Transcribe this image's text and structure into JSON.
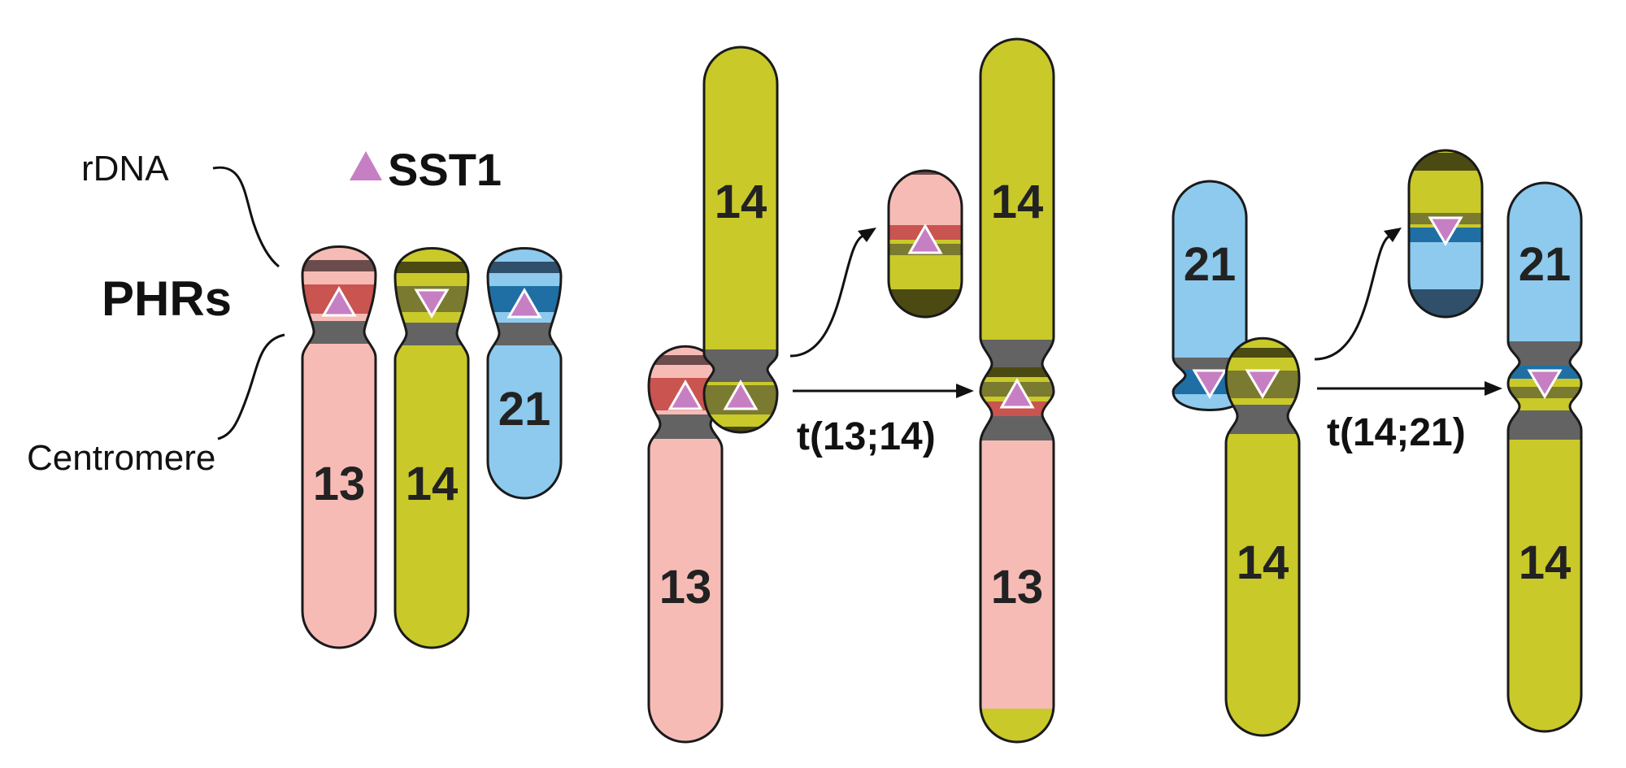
{
  "labels": {
    "rdna": "rDNA",
    "phrs": "PHRs",
    "centromere": "Centromere",
    "sst1": "SST1"
  },
  "translocations": {
    "t13_14": "t(13;14)",
    "t14_21": "t(14;21)"
  },
  "chromosome_numbers": {
    "c13": "13",
    "c14": "14",
    "c21": "21"
  },
  "colors": {
    "chr13": "#f7bbb6",
    "chr14": "#c9c92a",
    "chr21": "#8dcaed",
    "centromere": "#636363",
    "sst1_marker": "#c77fc3",
    "outline": "#1a1a1a"
  }
}
